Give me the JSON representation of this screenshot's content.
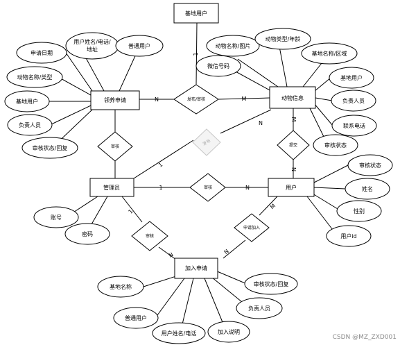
{
  "entities": {
    "base_user": "基地用户",
    "adopt_request": "领养申请",
    "animal_info": "动物信息",
    "admin": "管理员",
    "user": "用户",
    "join_request": "加入申请"
  },
  "relationships": {
    "publish_review": "发布/审核",
    "review_adopt": "审核",
    "publish": "发布",
    "submit": "提交",
    "review_user": "审核",
    "apply_join": "申请加入",
    "review_join": "审核"
  },
  "attributes": {
    "apply_date": "申请日期",
    "user_name_phone_addr_1": "用户姓名/电话/",
    "user_name_phone_addr_2": "地址",
    "normal_user_top": "普通用户",
    "animal_name_type": "动物名称/类型",
    "adopt_base_user": "基地用户",
    "adopt_staff": "负责人员",
    "adopt_review_reply": "审核状态/回复",
    "animal_name_pic": "动物名称/图片",
    "animal_type_age": "动物类型/年龄",
    "wechat_id": "微信号码",
    "base_name_area": "基地名称/区域",
    "animal_base_user": "基地用户",
    "animal_staff": "负责人员",
    "contact_phone": "联系电话",
    "animal_review_status": "审核状态",
    "account": "账号",
    "password": "密码",
    "user_review_status": "审核状态",
    "name": "姓名",
    "gender": "性别",
    "user_id": "用户id",
    "join_base_name": "基地名称",
    "join_normal_user": "普通用户",
    "join_user_name_phone": "用户姓名/电话",
    "join_note": "加入说明",
    "join_staff": "负责人员",
    "join_review_reply": "审核状态/回复"
  },
  "cardinalities": {
    "base_pub": "1",
    "adopt_pub": "N",
    "animal_pub": "M",
    "animal_admin_publish": "N",
    "admin_publish": "1",
    "animal_submit": "M",
    "user_submit": "N",
    "admin_review_user": "1",
    "user_review_user": "N",
    "user_apply": "M",
    "join_apply": "N",
    "admin_review_join": "1",
    "join_review_join": "N"
  },
  "watermark": "CSDN @MZ_ZXD001"
}
